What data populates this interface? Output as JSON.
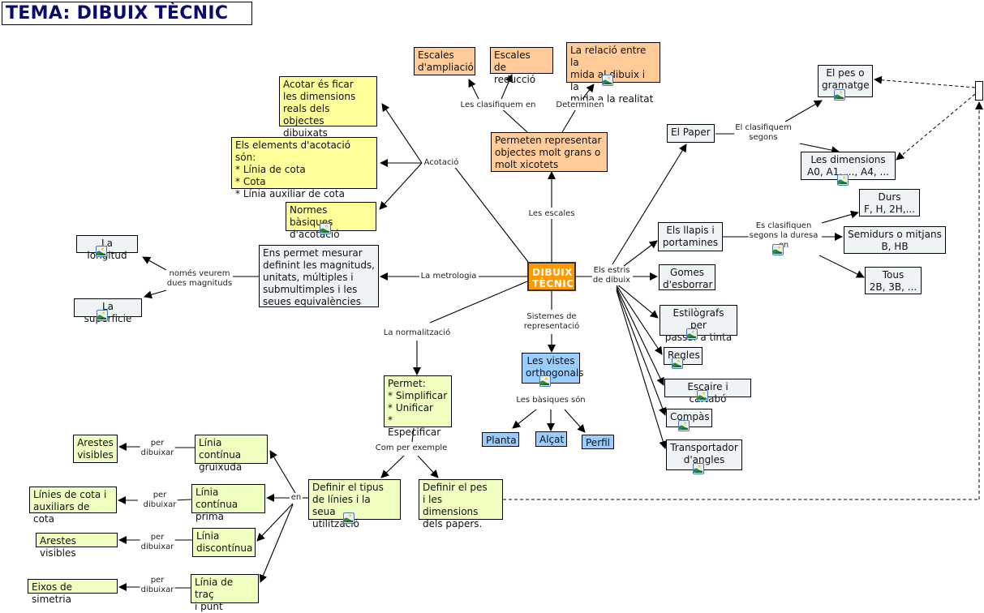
{
  "title": "TEMA: DIBUIX TÈCNIC",
  "colors": {
    "title_text": "#0a0a6e",
    "center": "#ff9900",
    "yellow": "#ffff99",
    "peach": "#ffcc99",
    "blue": "#99ccff",
    "light": "#eef3f6",
    "green": "#eeffc0"
  },
  "nodes": {
    "center": {
      "text": "DIBUIX\nTÈCNIC",
      "color": "orange"
    },
    "acotar": {
      "text": "Acotar és ficar\nles dimensions\nreals dels objectes\ndibuixats",
      "color": "yellow"
    },
    "elements": {
      "text": "Els elements d'acotació són:\n* Línia de cota\n* Cota\n* Línia auxiliar de cota",
      "color": "yellow"
    },
    "normes": {
      "text": "Normes bàsiques\nd'acotació",
      "color": "yellow",
      "image": true
    },
    "escales_ampl": {
      "text": "Escales\nd'ampliació",
      "color": "peach"
    },
    "escales_red": {
      "text": "Escales\nde reducció",
      "color": "peach"
    },
    "relacio": {
      "text": "La relació entre la\nmida al dibuix i la\nmida a la realitat",
      "color": "peach",
      "image": true
    },
    "permeten": {
      "text": "Permeten representar\nobjectes molt grans o\nmolt xicotets",
      "color": "peach"
    },
    "longitud": {
      "text": "La longitud",
      "color": "light",
      "image": true
    },
    "superficie": {
      "text": "La superficie",
      "color": "light",
      "image": true
    },
    "metrologia": {
      "text": "Ens permet mesurar\ndefinint les magnituds,\n unitats, múltiples i\nsubmultimples i les\nseues equivalències",
      "color": "light"
    },
    "paper": {
      "text": "El Paper",
      "color": "light"
    },
    "pes": {
      "text": "El pes o\ngramatge",
      "color": "light",
      "image": true
    },
    "dimensions": {
      "text": "Les dimensions\nA0, A1, ..., A4, ...",
      "color": "light",
      "image": true
    },
    "llapis": {
      "text": "Els llapis i\nportamines",
      "color": "light"
    },
    "durs": {
      "text": "Durs\nF, H, 2H,...",
      "color": "light"
    },
    "semidurs": {
      "text": "Semidurs o mitjans\nB, HB",
      "color": "light"
    },
    "tous": {
      "text": "Tous\n2B, 3B, ...",
      "color": "light"
    },
    "gomes": {
      "text": "Gomes\nd'esborrar",
      "color": "light"
    },
    "estilografs": {
      "text": "Estilògrafs per\npassar a tinta",
      "color": "light",
      "image": true
    },
    "regles": {
      "text": "Regles",
      "color": "light",
      "image": true
    },
    "escaire": {
      "text": "Escaire i cartabó",
      "color": "light",
      "image": true
    },
    "compas": {
      "text": "Compàs",
      "color": "light",
      "image": true
    },
    "transportador": {
      "text": "Transportador\nd'angles",
      "color": "light",
      "image": true
    },
    "vistes": {
      "text": "Les vistes\northogonals",
      "color": "blue",
      "image": true
    },
    "planta": {
      "text": "Planta",
      "color": "blue"
    },
    "alcat": {
      "text": "Alçat",
      "color": "blue"
    },
    "perfil": {
      "text": "Perfil",
      "color": "blue"
    },
    "permet": {
      "text": "Permet:\n* Simplificar\n* Unificar\n* Especificar",
      "color": "green"
    },
    "tipus_linies": {
      "text": "Definir el tipus\nde línies i la seua\nutilització",
      "color": "green",
      "image": true
    },
    "pes_papers": {
      "text": "Definir el pes\ni les dimensions\ndels papers.",
      "color": "green"
    },
    "continua_gruixuda": {
      "text": "Línia contínua\ngruixuda",
      "color": "green"
    },
    "continua_prima": {
      "text": "Línia contínua\nprima",
      "color": "green"
    },
    "discontinua": {
      "text": "Línia\ndiscontínua",
      "color": "green"
    },
    "trac_punt": {
      "text": "Línia de traç\ni punt",
      "color": "green"
    },
    "arestes_visibles_1": {
      "text": "Arestes\nvisibles",
      "color": "green"
    },
    "linies_cota": {
      "text": "Línies de cota i\nauxiliars de cota",
      "color": "green"
    },
    "arestes_visibles_2": {
      "text": "Arestes visibles",
      "color": "green"
    },
    "eixos": {
      "text": "Eixos de simetria",
      "color": "green"
    },
    "nested_ref": {
      "text": "",
      "color": "white"
    }
  },
  "link_labels": {
    "acotacio": "Acotació",
    "les_escales": "Les escales",
    "clasifiquem_en": "Les clasifiquem en",
    "determinen": "Determinen",
    "metrologia": "La metrologia",
    "dues_magnituds": "només veurem\ndues magnituds",
    "estris": "Els estris\nde dibuix",
    "paper_clasifiquem": "El clasifiquem\nsegons",
    "duresa": "Es clasifiquen\nsegons la duresa\nen",
    "sistemes": "Sistemes de\nrepresentació",
    "basiques": "Les bàsiques són",
    "normalitzacio": "La normalització",
    "exemple": "Com per exemple",
    "en": "en",
    "per_dibuixar_1": "per\ndibuixar",
    "per_dibuixar_2": "per\ndibuixar",
    "per_dibuixar_3": "per\ndibuixar",
    "per_dibuixar_4": "per\ndibuixar"
  }
}
